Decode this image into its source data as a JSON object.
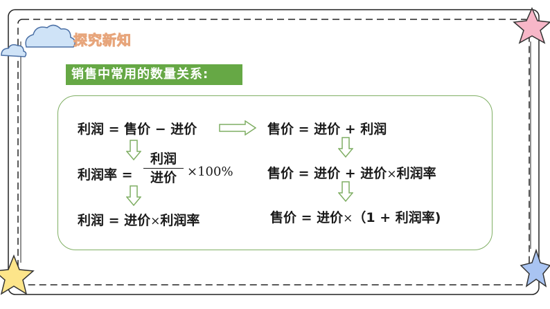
{
  "section": {
    "title": "探究新知"
  },
  "heading": {
    "text": "销售中常用的数量关系:"
  },
  "formulas": {
    "left1": "利润 = 售价 − 进价",
    "left2_prefix": "利润率 = ",
    "left2_numerator": "利润",
    "left2_denominator": "进价",
    "left2_suffix": "×100%",
    "left3_a": "利润 = 进价",
    "left3_times": "×",
    "left3_b": "利润率",
    "right1": "售价 = 进价 + 利润",
    "right2_a": "售价 = 进价 + 进价",
    "right2_times": "×",
    "right2_b": "利润率",
    "right3_a": "售价 = 进价",
    "right3_times": "×",
    "right3_b": "（1 + 利润率)"
  },
  "colors": {
    "banner_green": "#66a845",
    "box_border": "#7fae63",
    "arrow_green": "#7fae63",
    "title_peach": "#f4c9a8",
    "star_pink": "#f7b7c8",
    "star_yellow": "#fde58a",
    "star_blue": "#a9c4f2",
    "cloud_blue": "#cfe3f7"
  },
  "icons": [
    "cloud-icon",
    "star-icon",
    "arrow-right-icon",
    "arrow-down-icon"
  ]
}
